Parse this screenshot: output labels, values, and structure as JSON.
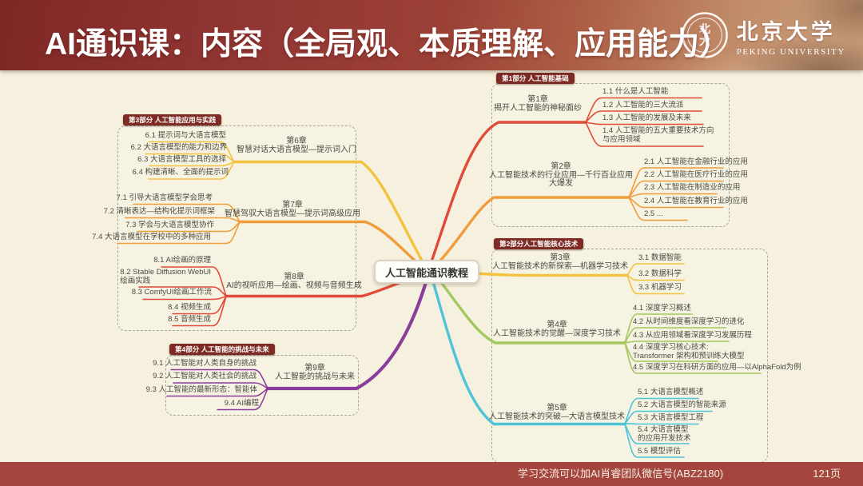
{
  "header": {
    "title": "AI通识课：内容（全局观、本质理解、应用能力）",
    "logo_cn": "北京大学",
    "logo_en": "PEKING UNIVERSITY",
    "seal_top": "北",
    "seal_bottom": "大"
  },
  "footer": {
    "note": "学习交流可以加AI肖睿团队微信号(ABZ2180)",
    "page": "121页"
  },
  "mindmap": {
    "center": "人工智能通识教程",
    "parts": [
      {
        "label": "第1部分 人工智能基础",
        "chapters": [
          {
            "title": "第1章\n揭开人工智能的神秘面纱",
            "topics": [
              "1.1 什么是人工智能",
              "1.2 人工智能的三大流派",
              "1.3 人工智能的发展及未来",
              "1.4 人工智能的五大重要技术方向\n与应用领域"
            ]
          },
          {
            "title": "第2章\n人工智能技术的行业应用—千行百业应用\n大爆发",
            "topics": [
              "2.1 人工智能在金融行业的应用",
              "2.2 人工智能在医疗行业的应用",
              "2.3 人工智能在制造业的应用",
              "2.4 人工智能在教育行业的应用",
              "2.5 ..."
            ]
          }
        ]
      },
      {
        "label": "第2部分人工智能核心技术",
        "chapters": [
          {
            "title": "第3章\n人工智能技术的新探索—机器学习技术",
            "topics": [
              "3.1 数据智能",
              "3.2 数据科学",
              "3.3 机器学习"
            ]
          },
          {
            "title": "第4章\n人工智能技术的觉醒—深度学习技术",
            "topics": [
              "4.1 深度学习概述",
              "4.2 从时间维度看深度学习的进化",
              "4.3 从应用领域看深度学习发展历程",
              "4.4 深度学习核心技术:\nTransformer 架构和预训练大模型",
              "4.5 深度学习在科研方面的应用—以AlphaFold为例"
            ]
          },
          {
            "title": "第5章\n人工智能技术的突破—大语言模型技术",
            "topics": [
              "5.1 大语言模型概述",
              "5.2 大语言模型的智能来源",
              "5.3 大语言模型工程",
              "5.4 大语言模型\n的应用开发技术",
              "5.5 模型评估"
            ]
          }
        ]
      },
      {
        "label": "第3部分 人工智能应用与实践",
        "chapters": [
          {
            "title": "第6章\n智慧对话大语言模型—提示词入门",
            "topics": [
              "6.1 提示词与大语言模型",
              "6.2 大语言模型的能力和边界",
              "6.3 大语言模型工具的选择",
              "6.4 构建清晰、全面的提示词"
            ]
          },
          {
            "title": "第7章\n智慧驾驭大语言模型—提示词高级应用",
            "topics": [
              "7.1 引导大语言模型学会思考",
              "7.2 清晰表达—结构化提示词框架",
              "7.3 学会与大语言模型协作",
              "7.4 大语言模型在学校中的多种应用"
            ]
          },
          {
            "title": "第8章\nAI的视听应用—绘画、视频与音频生成",
            "topics": [
              "8.1 AI绘画的原理",
              "8.2 Stable Diffusion WebUI\n绘画实践",
              "8.3 ComfyUI绘画工作流",
              "8.4 视频生成",
              "8.5 音频生成"
            ]
          }
        ]
      },
      {
        "label": "第4部分 人工智能的挑战与未来",
        "chapters": [
          {
            "title": "第9章\n人工智能的挑战与未来",
            "topics": [
              "9.1 人工智能对人类自身的挑战",
              "9.2 人工智能对人类社会的挑战",
              "9.3 人工智能的最新形态：智能体",
              "9.4 AI编程"
            ]
          }
        ]
      }
    ]
  },
  "colors": {
    "red": "#E14A38",
    "orange": "#F09C3A",
    "yellow": "#F3C23E",
    "green": "#A3C860",
    "cyan": "#4FC3D8",
    "purple": "#8A3D9B",
    "badge": "#7D2B23",
    "footer": "#A4453E"
  }
}
